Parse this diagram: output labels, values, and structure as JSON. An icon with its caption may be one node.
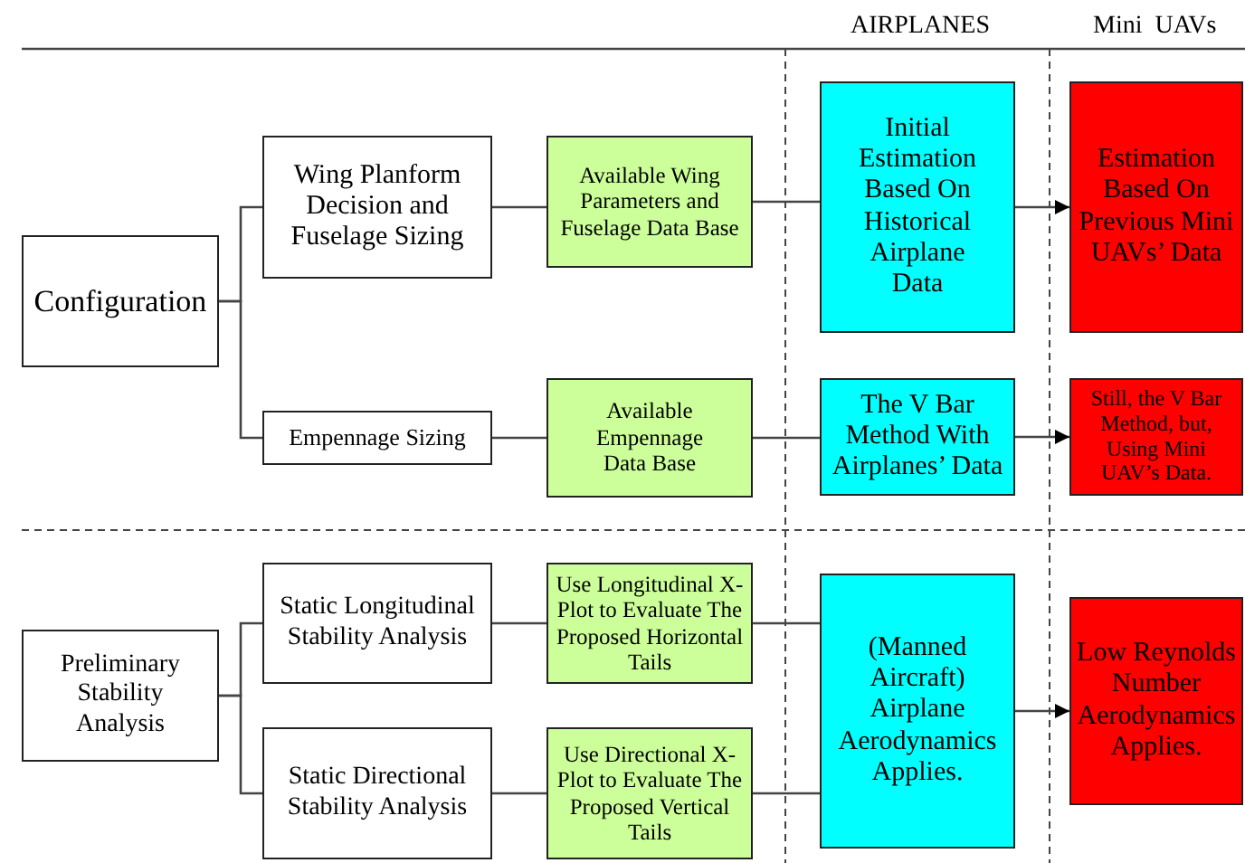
{
  "diagram": {
    "nodes": [
      {
        "text": [
          "Configuration"
        ]
      },
      {
        "text": [
          "Wing Planform Decision and Fuselage Sizing"
        ]
      },
      {
        "text": [
          "Empennage Sizing"
        ]
      },
      {
        "text": [
          "Available Wing Parameters and Fuselage Data Base"
        ]
      },
      {
        "text": [
          "Available Empennage Data Base"
        ]
      },
      {
        "text": [
          "Initial Estimation Based On Historical Airplane Data"
        ]
      },
      {
        "text": [
          "The V Bar Method With Airplanes’ Data"
        ]
      },
      {
        "text": [
          "Estimation Based On Previous Mini UAVs’ Data"
        ]
      },
      {
        "text": [
          "Still, the V Bar Method, but, Using Mini UAV’s Data."
        ]
      },
      {
        "text": [
          "Preliminary Stability Analysis"
        ]
      },
      {
        "text": [
          "Static Longitudinal Stability Analysis"
        ]
      },
      {
        "text": [
          "Static Directional Stability Analysis"
        ]
      },
      {
        "text": [
          "Use Longitudinal X-Plot to Evaluate The Proposed Horizontal Tails"
        ]
      },
      {
        "text": [
          "Use Directional X-Plot to Evaluate The Proposed Vertical Tails"
        ]
      },
      {
        "text": [
          "(Manned Aircraft) Airplane Aerodynamics Applies."
        ]
      },
      {
        "text": [
          "Low Reynolds Number Aerodynamics Applies."
        ]
      }
    ],
    "edges": [
      {
        "from": 0,
        "to": 1,
        "arrow": "none"
      },
      {
        "from": 0,
        "to": 2,
        "arrow": "none"
      },
      {
        "from": 1,
        "to": 3,
        "arrow": "none"
      },
      {
        "from": 2,
        "to": 4,
        "arrow": "none"
      },
      {
        "from": 3,
        "to": 5,
        "arrow": "none"
      },
      {
        "from": 4,
        "to": 6,
        "arrow": "none"
      },
      {
        "from": 5,
        "to": 7,
        "arrow": "to"
      },
      {
        "from": 6,
        "to": 8,
        "arrow": "to"
      },
      {
        "from": 9,
        "to": 10,
        "arrow": "none"
      },
      {
        "from": 9,
        "to": 11,
        "arrow": "none"
      },
      {
        "from": 10,
        "to": 12,
        "arrow": "none"
      },
      {
        "from": 11,
        "to": 13,
        "arrow": "none"
      },
      {
        "from": 12,
        "to": 14,
        "arrow": "none"
      },
      {
        "from": 13,
        "to": 14,
        "arrow": "none"
      },
      {
        "from": 14,
        "to": 15,
        "arrow": "to"
      }
    ],
    "labels": [
      "AIRPLANES",
      "Mini  UAVs"
    ]
  }
}
